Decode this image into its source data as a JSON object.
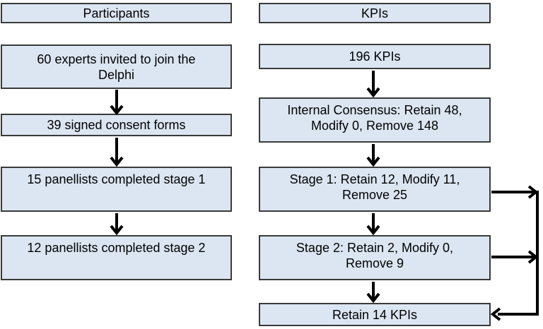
{
  "colors": {
    "box_fill": "#dce6f2",
    "box_border": "#3a3a3a",
    "arrow": "#000000",
    "background": "#ffffff"
  },
  "flowchart": {
    "participants_column": {
      "header": "Participants",
      "boxes": [
        {
          "label": "60 experts invited to join the\nDelphi"
        },
        {
          "label": "39 signed consent forms"
        },
        {
          "label": "15 panellists completed stage 1"
        },
        {
          "label": "12 panellists completed stage 2"
        }
      ]
    },
    "kpis_column": {
      "header": "KPIs",
      "boxes": [
        {
          "label": "196 KPIs"
        },
        {
          "label": "Internal Consensus: Retain 48,\nModify 0, Remove 148"
        },
        {
          "label": "Stage 1: Retain 12, Modify 11,\nRemove 25"
        },
        {
          "label": "Stage 2: Retain 2, Modify 0,\nRemove 9"
        },
        {
          "label": "Retain 14 KPIs"
        }
      ]
    }
  }
}
